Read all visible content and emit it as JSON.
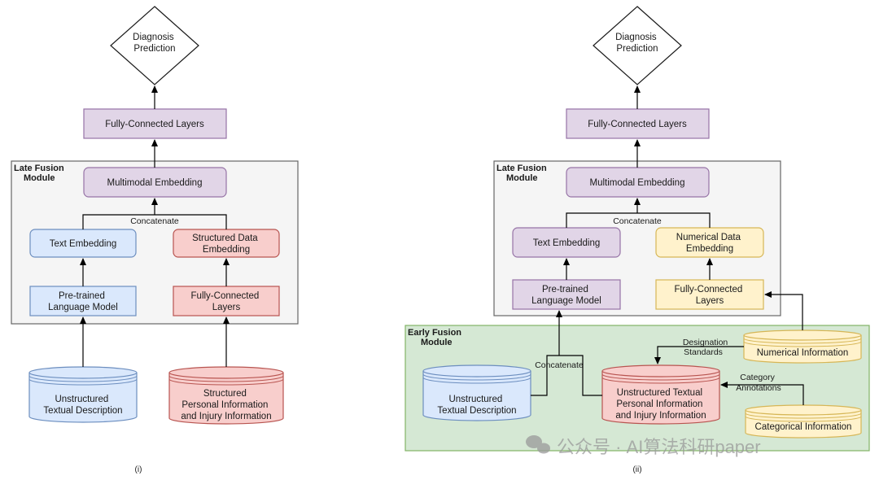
{
  "left": {
    "diagnosis": [
      "Diagnosis",
      "Prediction"
    ],
    "fc_top": "Fully-Connected Layers",
    "module": [
      "Late Fusion",
      "Module"
    ],
    "multimodal": "Multimodal Embedding",
    "concat": "Concatenate",
    "text_emb": "Text Embedding",
    "struct_emb": [
      "Structured Data",
      "Embedding"
    ],
    "plm": [
      "Pre-trained",
      "Language Model"
    ],
    "fc_small": [
      "Fully-Connected",
      "Layers"
    ],
    "db_text": [
      "Unstructured",
      "Textual Description"
    ],
    "db_struct": [
      "Structured",
      "Personal Information",
      "and Injury Information"
    ],
    "caption": "(i)"
  },
  "right": {
    "diagnosis": [
      "Diagnosis",
      "Prediction"
    ],
    "fc_top": "Fully-Connected Layers",
    "late_module": [
      "Late Fusion",
      "Module"
    ],
    "multimodal": "Multimodal Embedding",
    "concat": "Concatenate",
    "text_emb": "Text Embedding",
    "num_emb": [
      "Numerical Data",
      "Embedding"
    ],
    "plm": [
      "Pre-trained",
      "Language Model"
    ],
    "fc_small": [
      "Fully-Connected",
      "Layers"
    ],
    "early_module": [
      "Early Fusion",
      "Module"
    ],
    "designation": [
      "Designation",
      "Standards"
    ],
    "db_numerical": "Numerical Information",
    "concat2": "Concatenate",
    "category": [
      "Category",
      "Annotations"
    ],
    "db_text": [
      "Unstructured",
      "Textual Description"
    ],
    "db_unstruct": [
      "Unstructured Textual",
      "Personal Information",
      "and Injury Information"
    ],
    "db_categorical": "Categorical Information",
    "caption": "(ii)"
  },
  "watermark": "公众号 · AI算法科研paper",
  "colors": {
    "purple_fill": "#e1d5e7",
    "purple_stroke": "#9673a6",
    "blue_fill": "#dae8fc",
    "blue_stroke": "#6c8ebf",
    "red_fill": "#f8cecc",
    "red_stroke": "#b85450",
    "yellow_fill": "#fff2cc",
    "yellow_stroke": "#d6b656",
    "gray_fill": "#f5f5f5",
    "gray_stroke": "#666666",
    "green_fill": "#d5e8d4",
    "green_stroke": "#82b366"
  }
}
